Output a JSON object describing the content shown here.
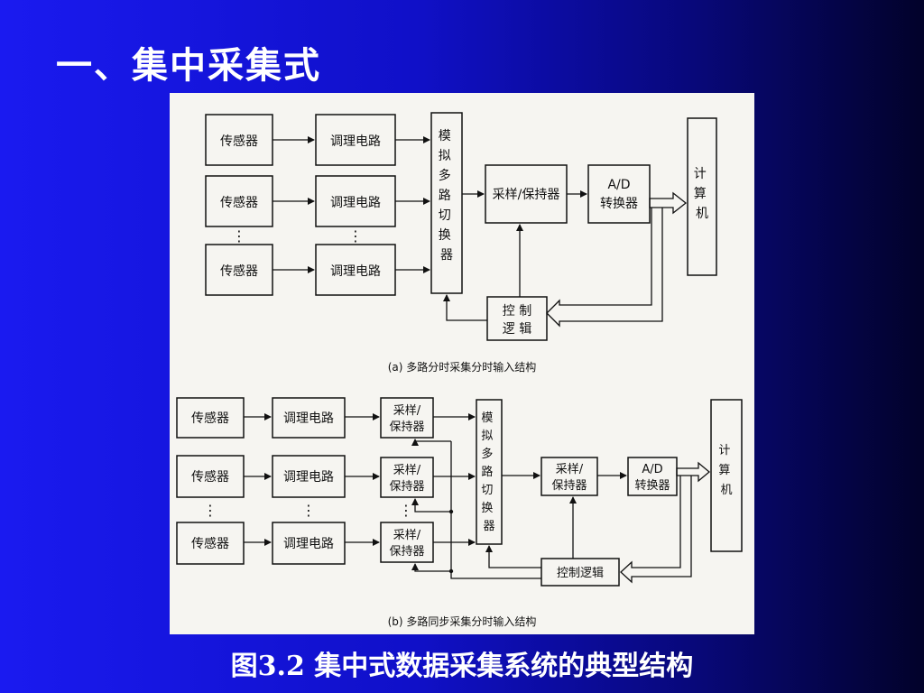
{
  "slide": {
    "title": "一、集中采集式",
    "caption": "图3.2 集中式数据采集系统的典型结构"
  },
  "colors": {
    "background_left": "#1a1af0",
    "background_right": "#02022a",
    "text": "#ffffff",
    "panel": "#f6f5f1",
    "ink": "#111111"
  },
  "diagram": {
    "a": {
      "caption": "(a) 多路分时采集分时输入结构",
      "sensor": "传感器",
      "conditioner": "调理电路",
      "mux": "模拟多路切换器",
      "sample_hold": "采样/保持器",
      "adc_line1": "A/D",
      "adc_line2": "转换器",
      "computer": "计算机",
      "control_line1": "控 制",
      "control_line2": "逻 辑",
      "ellipsis": "⋮"
    },
    "b": {
      "caption": "(b) 多路同步采集分时输入结构",
      "sensor": "传感器",
      "conditioner": "调理电路",
      "sh_line1": "采样/",
      "sh_line2": "保持器",
      "mux": "模拟多路切换器",
      "adc_line1": "A/D",
      "adc_line2": "转换器",
      "computer": "计算机",
      "control": "控制逻辑",
      "ellipsis": "⋮"
    }
  }
}
